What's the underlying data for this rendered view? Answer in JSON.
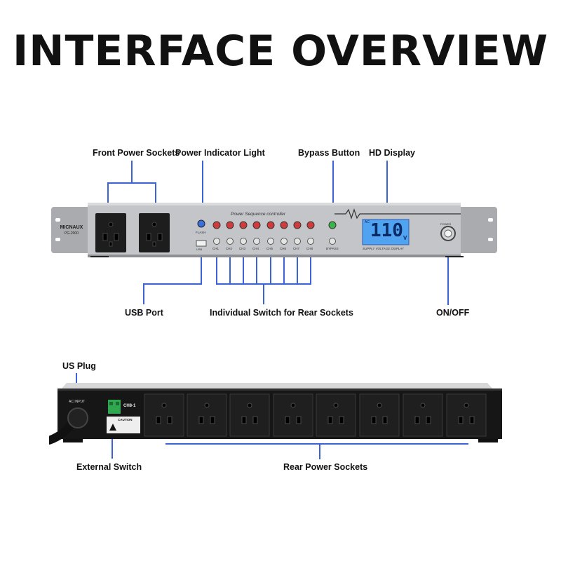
{
  "title": "INTERFACE OVERVIEW",
  "callouts": {
    "front_power_sockets": "Front Power Sockets",
    "power_indicator_light": "Power Indicator Light",
    "bypass_button": "Bypass Button",
    "hd_display": "HD Display",
    "usb_port": "USB Port",
    "individual_switch": "Individual Switch for Rear Sockets",
    "on_off": "ON/OFF",
    "us_plug": "US Plug",
    "external_switch": "External Switch",
    "rear_power_sockets": "Rear Power Sockets"
  },
  "front_panel": {
    "brand": "MICNAUX",
    "model": "PG-2000",
    "header_label": "Power Sequence controller",
    "flash_label": "FLASH",
    "usb_label": "USB",
    "channel_labels": [
      "CH1",
      "CH2",
      "CH3",
      "CH4",
      "CH5",
      "CH6",
      "CH7",
      "CH8"
    ],
    "bypass_label": "BYPASS",
    "display_value": "110",
    "display_ac": "AC",
    "display_unit": "V",
    "display_caption": "SUPPLY VOLTAGE DISPLAY",
    "power_label": "POWER"
  },
  "rear_panel": {
    "ac_input_label": "AC INPUT",
    "ch_label": "CH8-1",
    "caution_label": "CAUTION"
  },
  "colors": {
    "callout_line": "#3a63d6",
    "panel": "#b9bbbe",
    "display": "#4fa3f0",
    "channel_led": "#d23b3b",
    "bypass_led": "#39b54a",
    "flash_led": "#3a6fe0"
  }
}
